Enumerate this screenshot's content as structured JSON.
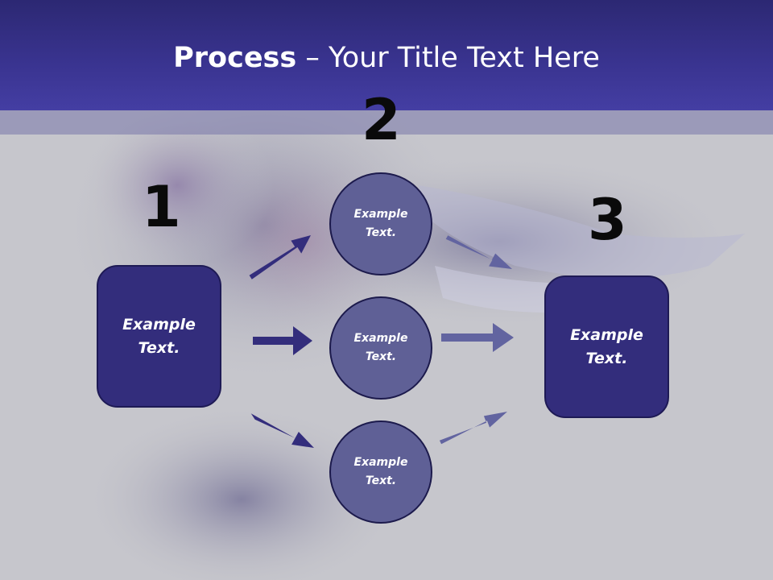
{
  "title": {
    "bold": "Process",
    "rest": " – Your Title Text Here"
  },
  "steps": {
    "one": "1",
    "two": "2",
    "three": "3"
  },
  "nodes": {
    "left_box": {
      "line1": "Example",
      "line2": "Text."
    },
    "circle_top": {
      "line1": "Example",
      "line2": "Text."
    },
    "circle_middle": {
      "line1": "Example",
      "line2": "Text."
    },
    "circle_bottom": {
      "line1": "Example",
      "line2": "Text."
    },
    "right_box": {
      "line1": "Example",
      "line2": "Text."
    }
  },
  "colors": {
    "header": "#3a3491",
    "box_fill": "#332d7c",
    "circle_fill": "#5f6096",
    "arrow_dark": "#332d7c",
    "arrow_light": "#6264a0"
  }
}
